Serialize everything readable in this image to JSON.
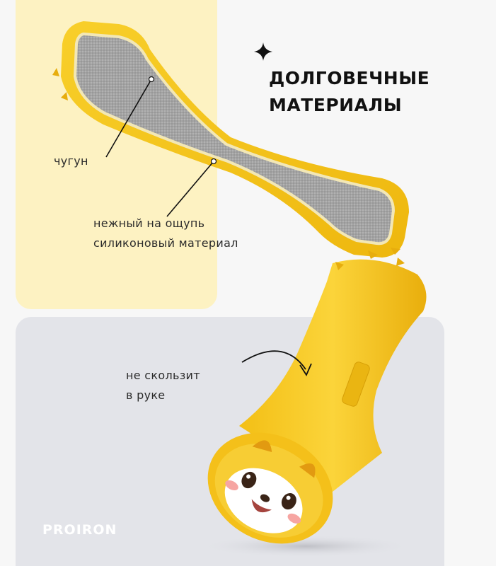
{
  "heading": {
    "line1": "ДОЛГОВЕЧНЫЕ",
    "line2": "МАТЕРИАЛЫ"
  },
  "callouts": {
    "iron": "чугун",
    "soft_line1": "нежный на ощупь",
    "soft_line2": "силиконовый материал",
    "grip_line1": "не скользит",
    "grip_line2": "в руке"
  },
  "brand": "PROIRON",
  "colors": {
    "yellow_panel": "#fdf2c2",
    "gray_panel": "#e3e4e9",
    "product_yellow": "#f6c51c",
    "metal": "#9a9a9a"
  },
  "icons": [
    "sparkle-icon",
    "shiba-face-icon"
  ]
}
